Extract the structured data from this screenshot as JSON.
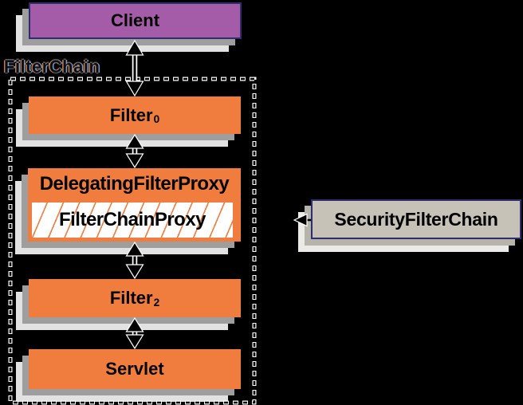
{
  "diagram": {
    "filter_chain_group_label": "FilterChain",
    "nodes": {
      "client": {
        "label": "Client"
      },
      "filter0": {
        "label": "Filter",
        "subscript": "0"
      },
      "delegating_filter_proxy": {
        "label": "DelegatingFilterProxy"
      },
      "filter_chain_proxy": {
        "label": "FilterChainProxy"
      },
      "filter2": {
        "label": "Filter",
        "subscript": "2"
      },
      "servlet": {
        "label": "Servlet"
      },
      "security_filter_chain": {
        "label": "SecurityFilterChain"
      }
    },
    "colors": {
      "background": "#000000",
      "client_fill": "#a55ca8",
      "filter_fill": "#f07d3e",
      "security_filter_chain_fill": "#c6c2b7",
      "navy_border": "#2e2e6e",
      "hatch_orange": "#f07d3e",
      "shadow_near": "#9e9e9e",
      "shadow_far": "#e2e2e2",
      "dashed_boundary": "#ffffff",
      "arrow_fill": "#000000",
      "arrow_outline": "#ffffff"
    }
  }
}
